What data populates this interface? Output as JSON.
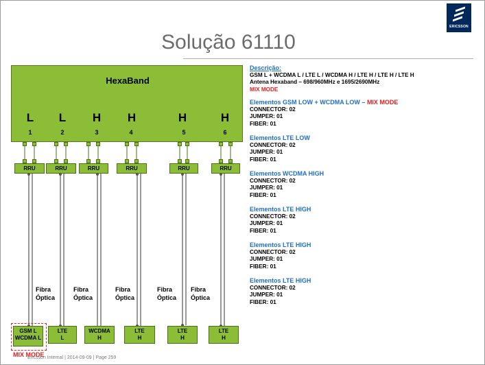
{
  "title": "Solução 61110",
  "brand": "ERICSSON",
  "antenna": {
    "label": "HexaBand",
    "bands": [
      "L",
      "L",
      "H",
      "H",
      "H",
      "H"
    ],
    "ports": [
      "1",
      "2",
      "3",
      "4",
      "5",
      "6"
    ]
  },
  "rru_label": "RRU",
  "fiber": {
    "line1": "Fibra",
    "line2": "Óptica"
  },
  "baseband": [
    {
      "line1": "GSM L",
      "line2": "WCDMA L"
    },
    {
      "line1": "LTE",
      "line2": "L"
    },
    {
      "line1": "WCDMA",
      "line2": "H"
    },
    {
      "line1": "LTE",
      "line2": "H"
    },
    {
      "line1": "LTE",
      "line2": "H"
    },
    {
      "line1": "LTE",
      "line2": "H"
    }
  ],
  "mix_mode_label": "MIX MODE",
  "footer": "Ericsson Internal  |  2014-09-09  |  Page 259",
  "info": {
    "descricao_label": "Descrição:",
    "desc_line1": "GSM L + WCDMA L / LTE L / WCDMA H / LTE H / LTE H / LTE H",
    "desc_line2": "Antena Hexaband – 698/960MHz  e  1695/2690MHz",
    "desc_line3": "MIX MODE",
    "blocks": [
      {
        "title": "Elementos GSM LOW + WCDMA LOW",
        "sep": " – ",
        "mix": "MIX MODE",
        "l1": "CONNECTOR: 02",
        "l2": "JUMPER: 01",
        "l3": "FIBER: 01"
      },
      {
        "title": "Elementos LTE LOW",
        "l1": "CONNECTOR: 02",
        "l2": "JUMPER: 01",
        "l3": "FIBER: 01"
      },
      {
        "title": "Elementos WCDMA HIGH",
        "l1": "CONNECTOR: 02",
        "l2": "JUMPER: 01",
        "l3": "FIBER: 01"
      },
      {
        "title": "Elementos LTE HIGH",
        "l1": "CONNECTOR: 02",
        "l2": "JUMPER: 01",
        "l3": "FIBER: 01"
      },
      {
        "title": "Elementos LTE HIGH",
        "l1": "CONNECTOR: 02",
        "l2": "JUMPER: 01",
        "l3": "FIBER: 01"
      },
      {
        "title": "Elementos LTE HIGH",
        "l1": "CONNECTOR: 02",
        "l2": "JUMPER: 01",
        "l3": "FIBER: 01"
      }
    ]
  },
  "colors": {
    "green": "#8cbd36",
    "blue": "#1f6fc6",
    "red": "#e02020",
    "logo": "#00285a"
  }
}
